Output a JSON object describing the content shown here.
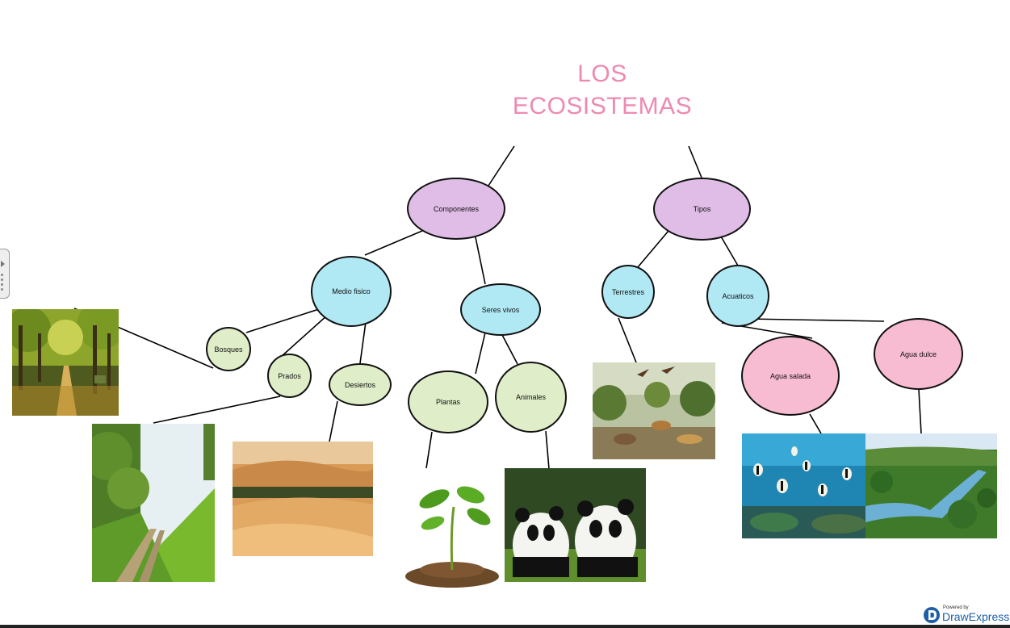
{
  "diagram": {
    "title_line1": "LOS",
    "title_line2": "ECOSISTEMAS",
    "nodes": {
      "componentes": "Componentes",
      "tipos": "Tipos",
      "medio_fisico": "Medio fisico",
      "seres_vivos": "Seres vivos",
      "terrestres": "Terrestres",
      "acuaticos": "Acuaticos",
      "bosques": "Bosques",
      "prados": "Prados",
      "desiertos": "Desiertos",
      "plantas": "Plantas",
      "animales": "Animales",
      "agua_salada": "Agua salada",
      "agua_dulce": "Agua dulce"
    },
    "colors": {
      "title": "#ee89b1",
      "level1": "#dfbde6",
      "level2": "#b0e8f4",
      "level3": "#dfedc9",
      "level4": "#f8bcd2"
    }
  },
  "branding": {
    "powered_by": "Powered by",
    "app_name": "DrawExpress"
  }
}
